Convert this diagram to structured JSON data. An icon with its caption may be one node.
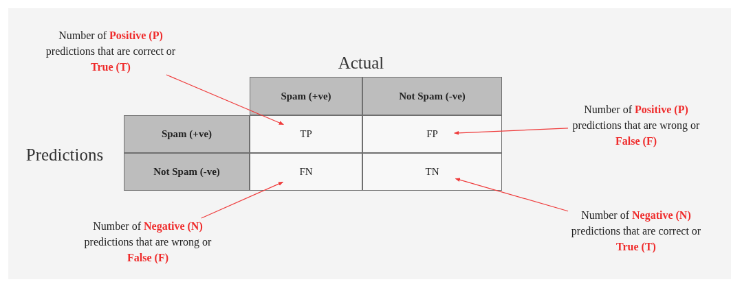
{
  "diagram": {
    "nodes": [
      {
        "text": [
          "Number of **Positive (P)** predictions that are correct or **True (T)**"
        ]
      },
      {
        "text": [
          "TP"
        ]
      },
      {
        "text": [
          "FP"
        ]
      },
      {
        "text": [
          "Number of **Positive (P)** predictions that are wrong or **False (F)**"
        ]
      },
      {
        "text": [
          "FN"
        ]
      },
      {
        "text": [
          "TN"
        ]
      },
      {
        "text": [
          "Number of **Negative (N)** predictions that are wrong or **False (F)**"
        ]
      },
      {
        "text": [
          "Number of **Negative (N)** predictions that are correct or **True (T)**"
        ]
      }
    ],
    "edges": [
      {
        "from": 0,
        "to": 1,
        "arrow": "to"
      },
      {
        "from": 3,
        "to": 2,
        "arrow": "to"
      },
      {
        "from": 6,
        "to": 4,
        "arrow": "to"
      },
      {
        "from": 7,
        "to": 5,
        "arrow": "to"
      }
    ],
    "labels": [
      "Actual",
      "Spam (+ve)",
      "Not Spam (-ve)",
      "Predictions",
      "Spam (+ve)",
      "Not Spam (-ve)"
    ]
  }
}
